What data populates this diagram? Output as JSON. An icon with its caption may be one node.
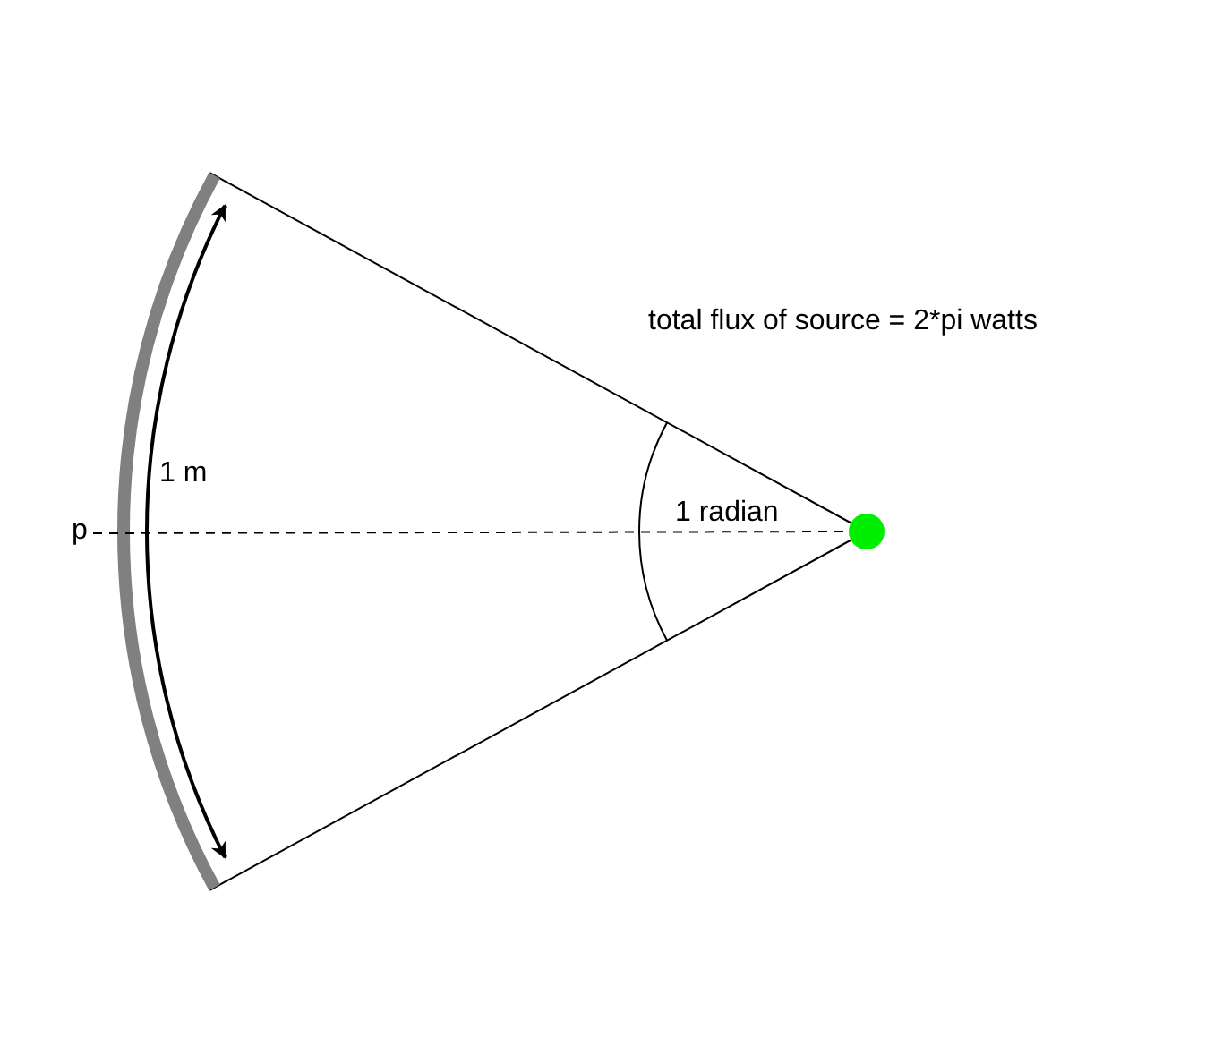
{
  "diagram": {
    "nodes": [
      {
        "text": [],
        "shape": "circle"
      },
      {
        "text": [
          "p"
        ]
      }
    ],
    "edges": [
      {
        "from": 1,
        "to": 0,
        "arrow": "none",
        "style": "dashed"
      }
    ],
    "labels": [
      "total flux of source = 2*pi watts",
      "1 m",
      "1 radian"
    ]
  }
}
